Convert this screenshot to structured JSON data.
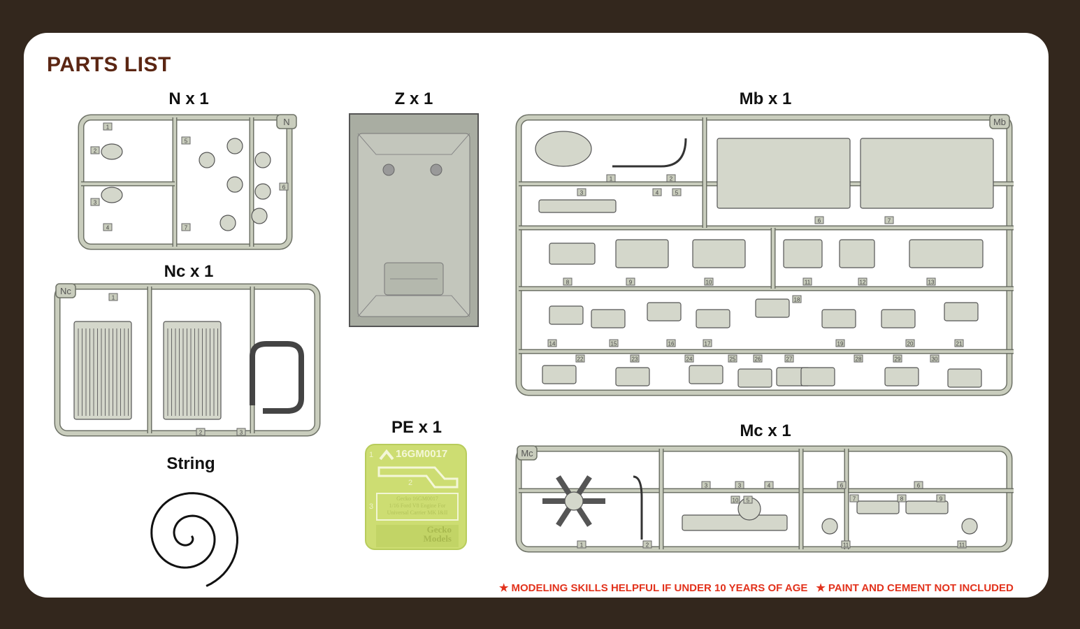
{
  "title": "PARTS LIST",
  "sprues": {
    "N": {
      "label": "N x 1",
      "tag": "N",
      "parts": [
        "1",
        "2",
        "3",
        "4",
        "5",
        "6",
        "7"
      ]
    },
    "Nc": {
      "label": "Nc x 1",
      "tag": "Nc",
      "parts": [
        "1",
        "2",
        "3"
      ]
    },
    "Z": {
      "label": "Z x 1"
    },
    "Mb": {
      "label": "Mb x 1",
      "tag": "Mb",
      "parts": [
        "1",
        "2",
        "3",
        "4",
        "5",
        "6",
        "7",
        "8",
        "9",
        "10",
        "11",
        "12",
        "13",
        "14",
        "15",
        "16",
        "17",
        "18",
        "19",
        "20",
        "21",
        "22",
        "23",
        "24",
        "25",
        "26",
        "27",
        "28",
        "29",
        "30"
      ]
    },
    "Mc": {
      "label": "Mc x 1",
      "tag": "Mc",
      "parts": [
        "1",
        "2",
        "3",
        "3",
        "4",
        "5",
        "6",
        "6",
        "7",
        "8",
        "9",
        "10",
        "11",
        "11"
      ]
    }
  },
  "pe": {
    "label": "PE x 1",
    "code": "16GM0017",
    "part_numbers": [
      "1",
      "2",
      "3"
    ],
    "plate_lines": [
      "Gecko 16GM0017",
      "1/16 Ford V8 Engine For",
      "Universal Carrier MK I&II"
    ],
    "logo_lines": [
      "Gecko",
      "Models"
    ]
  },
  "string": {
    "label": "String"
  },
  "warnings": [
    "MODELING SKILLS HELPFUL IF UNDER 10 YEARS OF AGE",
    "PAINT AND CEMENT NOT INCLUDED"
  ],
  "colors": {
    "background": "#33271d",
    "title": "#5b2613",
    "sprue": "#c9cdbd",
    "pe": "#cddd72",
    "warning": "#e2321c"
  }
}
